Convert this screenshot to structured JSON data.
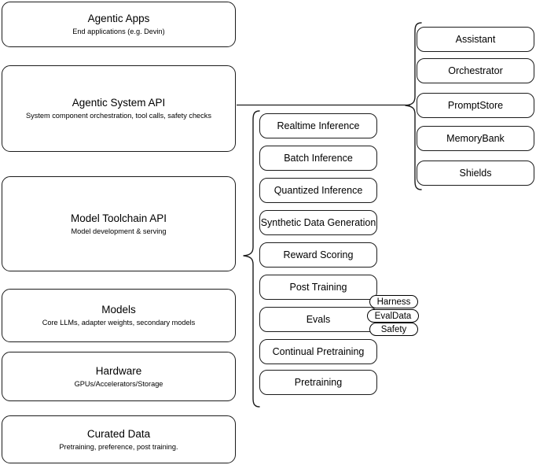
{
  "diagram": {
    "title": "AI Stack Layers Architecture Diagram",
    "stroke_color": "#1b1b1b",
    "background_color": "#ffffff"
  },
  "layers": [
    {
      "title": "Agentic Apps",
      "subtitle": "End applications (e.g. Devin)"
    },
    {
      "title": "Agentic System API",
      "subtitle": "System component orchestration, tool calls, safety checks"
    },
    {
      "title": "Model Toolchain API",
      "subtitle": "Model development & serving"
    },
    {
      "title": "Models",
      "subtitle": "Core LLMs, adapter weights, secondary models"
    },
    {
      "title": "Hardware",
      "subtitle": "GPUs/Accelerators/Storage"
    },
    {
      "title": "Curated Data",
      "subtitle": "Pretraining, preference, post training."
    }
  ],
  "toolchain_components": [
    {
      "label": "Realtime Inference"
    },
    {
      "label": "Batch Inference"
    },
    {
      "label": "Quantized Inference"
    },
    {
      "label": "Synthetic Data Generation"
    },
    {
      "label": "Reward Scoring"
    },
    {
      "label": "Post Training"
    },
    {
      "label": "Evals"
    },
    {
      "label": "Continual Pretraining"
    },
    {
      "label": "Pretraining"
    }
  ],
  "evals_subcomponents": [
    {
      "label": "Harness"
    },
    {
      "label": "EvalData"
    },
    {
      "label": "Safety"
    }
  ],
  "system_components": [
    {
      "label": "Assistant"
    },
    {
      "label": "Orchestrator"
    },
    {
      "label": "PromptStore"
    },
    {
      "label": "MemoryBank"
    },
    {
      "label": "Shields"
    }
  ]
}
